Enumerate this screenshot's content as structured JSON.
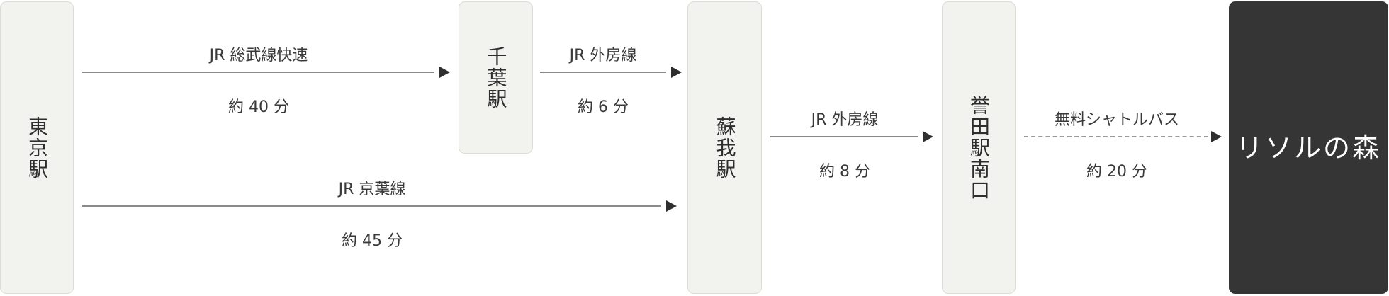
{
  "stations": {
    "tokyo": {
      "name": "東京駅"
    },
    "chiba": {
      "name": "千葉駅"
    },
    "soga": {
      "name": "蘇我駅"
    },
    "homata": {
      "name": "誉田駅南口"
    },
    "destination": {
      "name": "リソルの森"
    }
  },
  "routes": [
    {
      "line": "JR 総武線快速",
      "time": "約 40 分",
      "from": "東京駅",
      "to": "千葉駅",
      "style": "solid"
    },
    {
      "line": "JR 外房線",
      "time": "約 6 分",
      "from": "千葉駅",
      "to": "蘇我駅",
      "style": "solid"
    },
    {
      "line": "JR 京葉線",
      "time": "約 45 分",
      "from": "東京駅",
      "to": "蘇我駅",
      "style": "solid"
    },
    {
      "line": "JR 外房線",
      "time": "約 8 分",
      "from": "蘇我駅",
      "to": "誉田駅南口",
      "style": "solid"
    },
    {
      "line": "無料シャトルバス",
      "time": "約 20 分",
      "from": "誉田駅南口",
      "to": "リソルの森",
      "style": "dashed"
    }
  ],
  "colors": {
    "station_bg": "#f2f2ee",
    "station_border": "#dcdcd6",
    "destination_bg": "#353535",
    "destination_text": "#ffffff",
    "line": "#8a8a8a",
    "arrow": "#2f2f2f",
    "text": "#3a3a3a"
  }
}
